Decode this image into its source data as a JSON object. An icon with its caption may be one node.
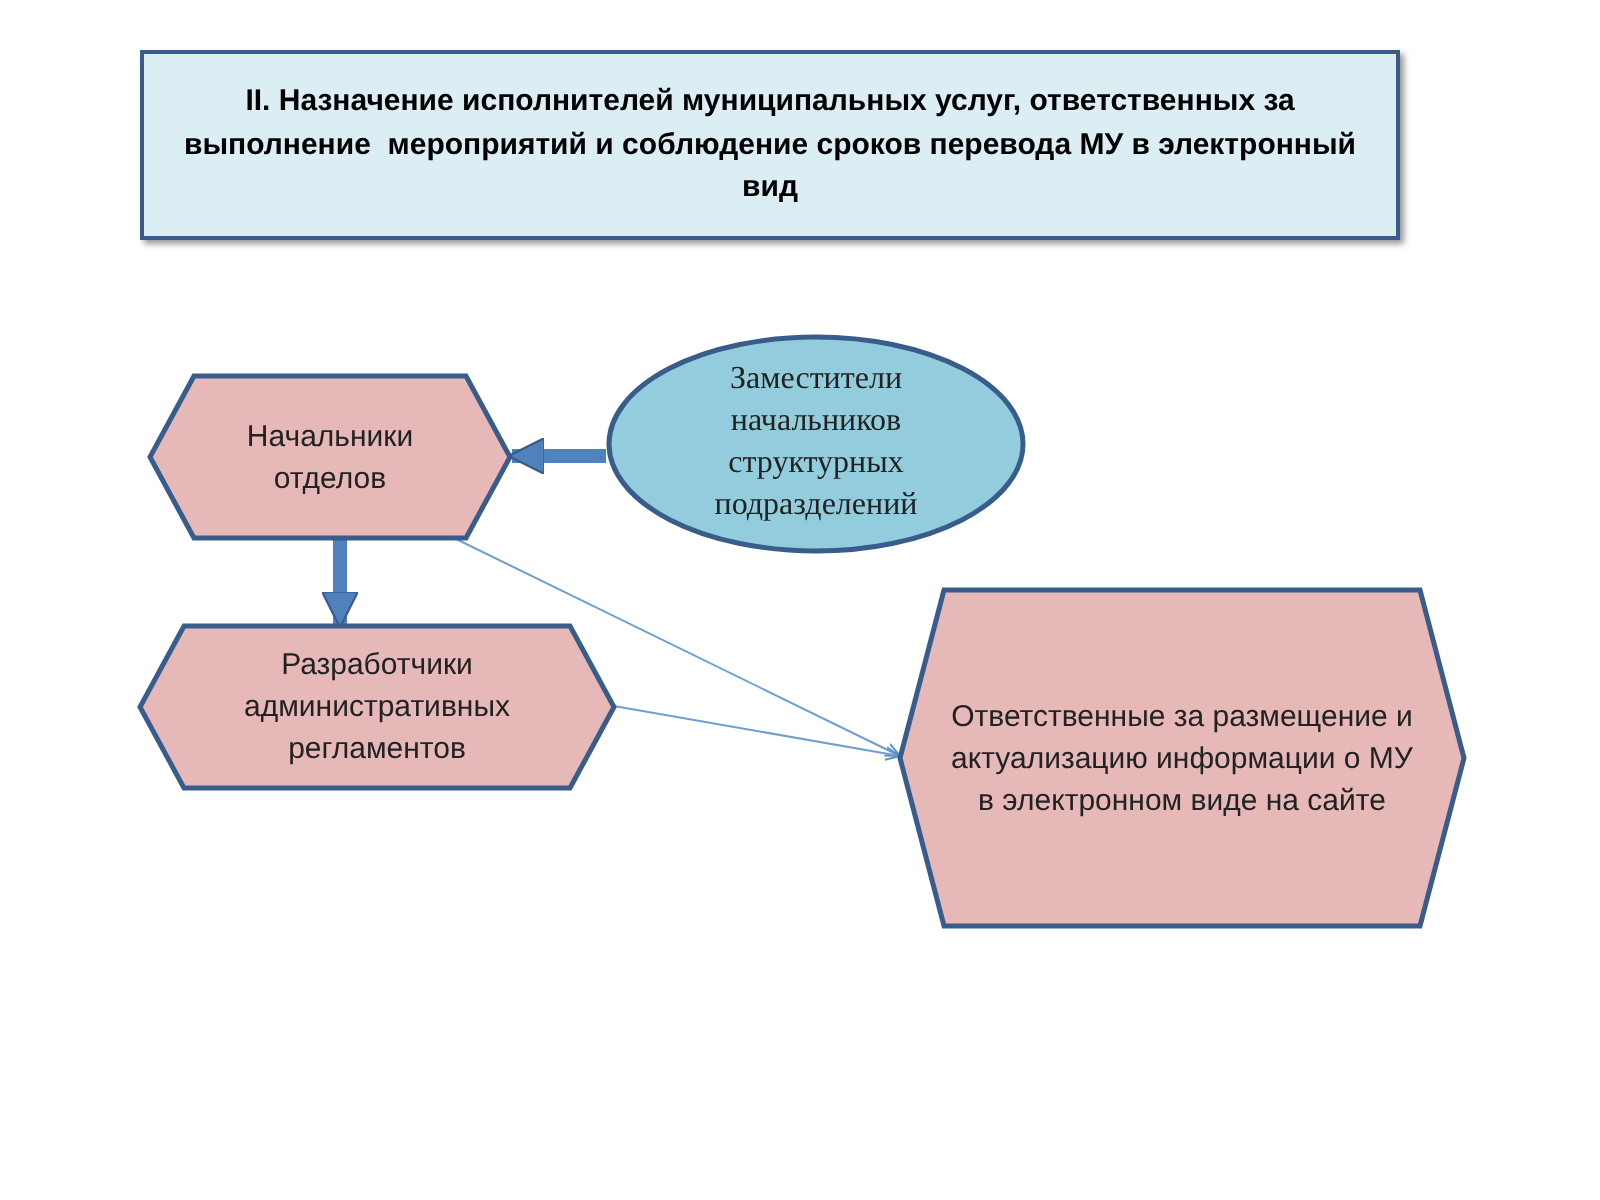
{
  "diagram": {
    "title": "II. Назначение исполнителей муниципальных услуг, ответственных за выполнение  мероприятий и соблюдение сроков перевода МУ в электронный вид",
    "nodes": [
      {
        "text": [
          "Начальники отделов"
        ]
      },
      {
        "text": [
          "Заместители начальников структурных подразделений"
        ]
      },
      {
        "text": [
          "Разработчики административных регламентов"
        ]
      },
      {
        "text": [
          "Ответственные за размещение и актуализацию информации о МУ в электронном виде на сайте"
        ]
      }
    ],
    "edges": [
      {
        "from": 1,
        "to": 0,
        "arrow": "to",
        "style": "thick"
      },
      {
        "from": 0,
        "to": 2,
        "arrow": "to",
        "style": "thick"
      },
      {
        "from": 0,
        "to": 3,
        "arrow": "to"
      },
      {
        "from": 2,
        "to": 3,
        "arrow": "to"
      }
    ]
  }
}
